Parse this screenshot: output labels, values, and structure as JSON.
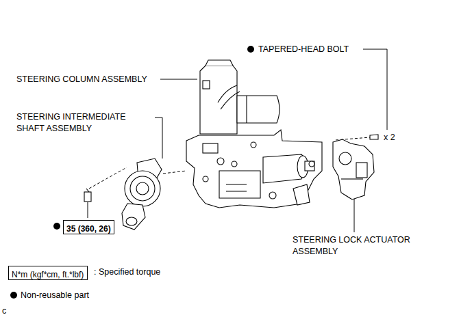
{
  "diagram": {
    "nodes": [
      {
        "text": [
          "35 (360, 26)"
        ]
      },
      {
        "text": [
          "N*m (kgf*cm, ft.*lbf)"
        ]
      }
    ],
    "edges": [],
    "labels": [
      "TAPERED-HEAD BOLT",
      "x 2",
      "STEERING COLUMN ASSEMBLY",
      "STEERING INTERMEDIATE SHAFT ASSEMBLY",
      "STEERING LOCK ACTUATOR ASSEMBLY",
      ": Specified torque",
      "c"
    ],
    "legend": [
      {
        "text": "Non-reusable part"
      }
    ]
  }
}
